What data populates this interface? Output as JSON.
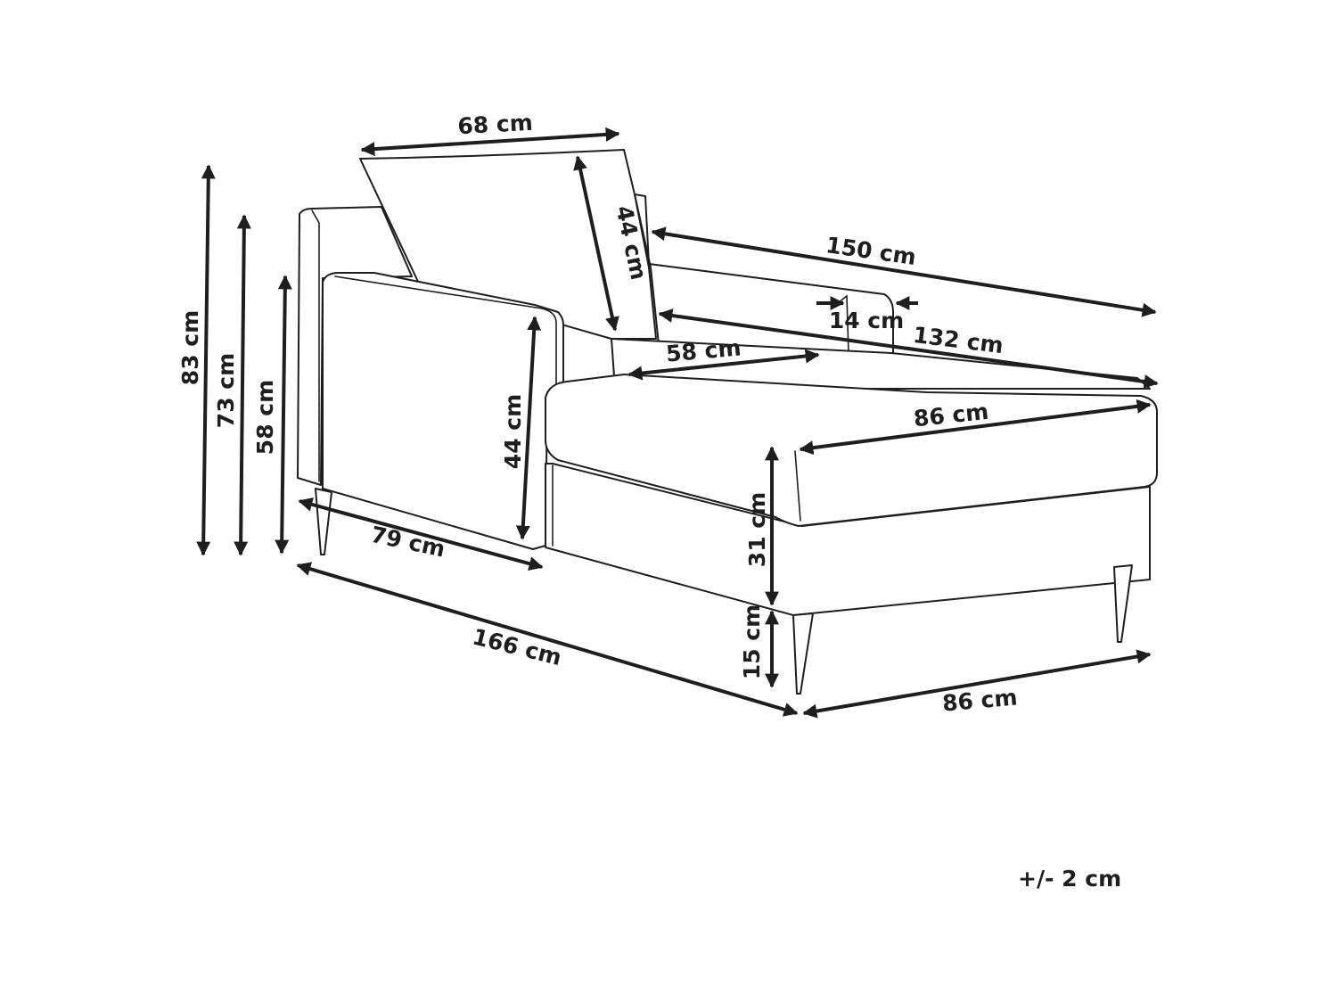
{
  "dimensions": {
    "cushion_width": "68 cm",
    "cushion_height": "44 cm",
    "total_length": "150 cm",
    "arm_width": "14 cm",
    "seat_length": "132 cm",
    "seat_width_back": "58 cm",
    "seat_width_front": "86 cm",
    "arm_height": "44 cm",
    "seat_frame_height": "31 cm",
    "leg_height": "15 cm",
    "total_height": "83 cm",
    "back_height": "73 cm",
    "arm_rest_height": "58 cm",
    "arm_depth": "79 cm",
    "total_width": "166 cm",
    "depth": "86 cm"
  },
  "tolerance": "+/- 2 cm"
}
